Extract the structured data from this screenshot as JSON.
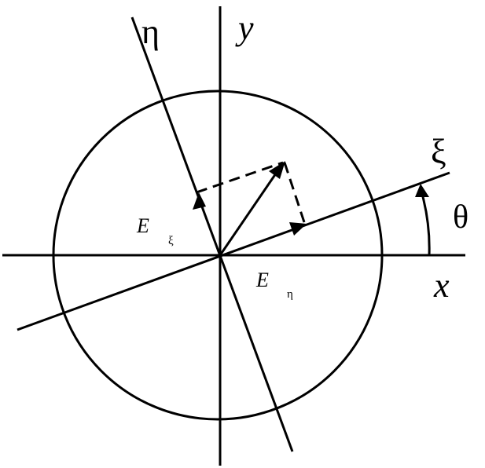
{
  "labels": {
    "y_axis": "y",
    "x_axis": "x",
    "eta_axis": "η",
    "xi_axis": "ξ",
    "theta": "θ",
    "e_xi_main": "E",
    "e_xi_sub": "ξ",
    "e_eta_main": "E",
    "e_eta_sub": "η"
  },
  "colors": {
    "line": "#000000",
    "background": "#ffffff"
  }
}
